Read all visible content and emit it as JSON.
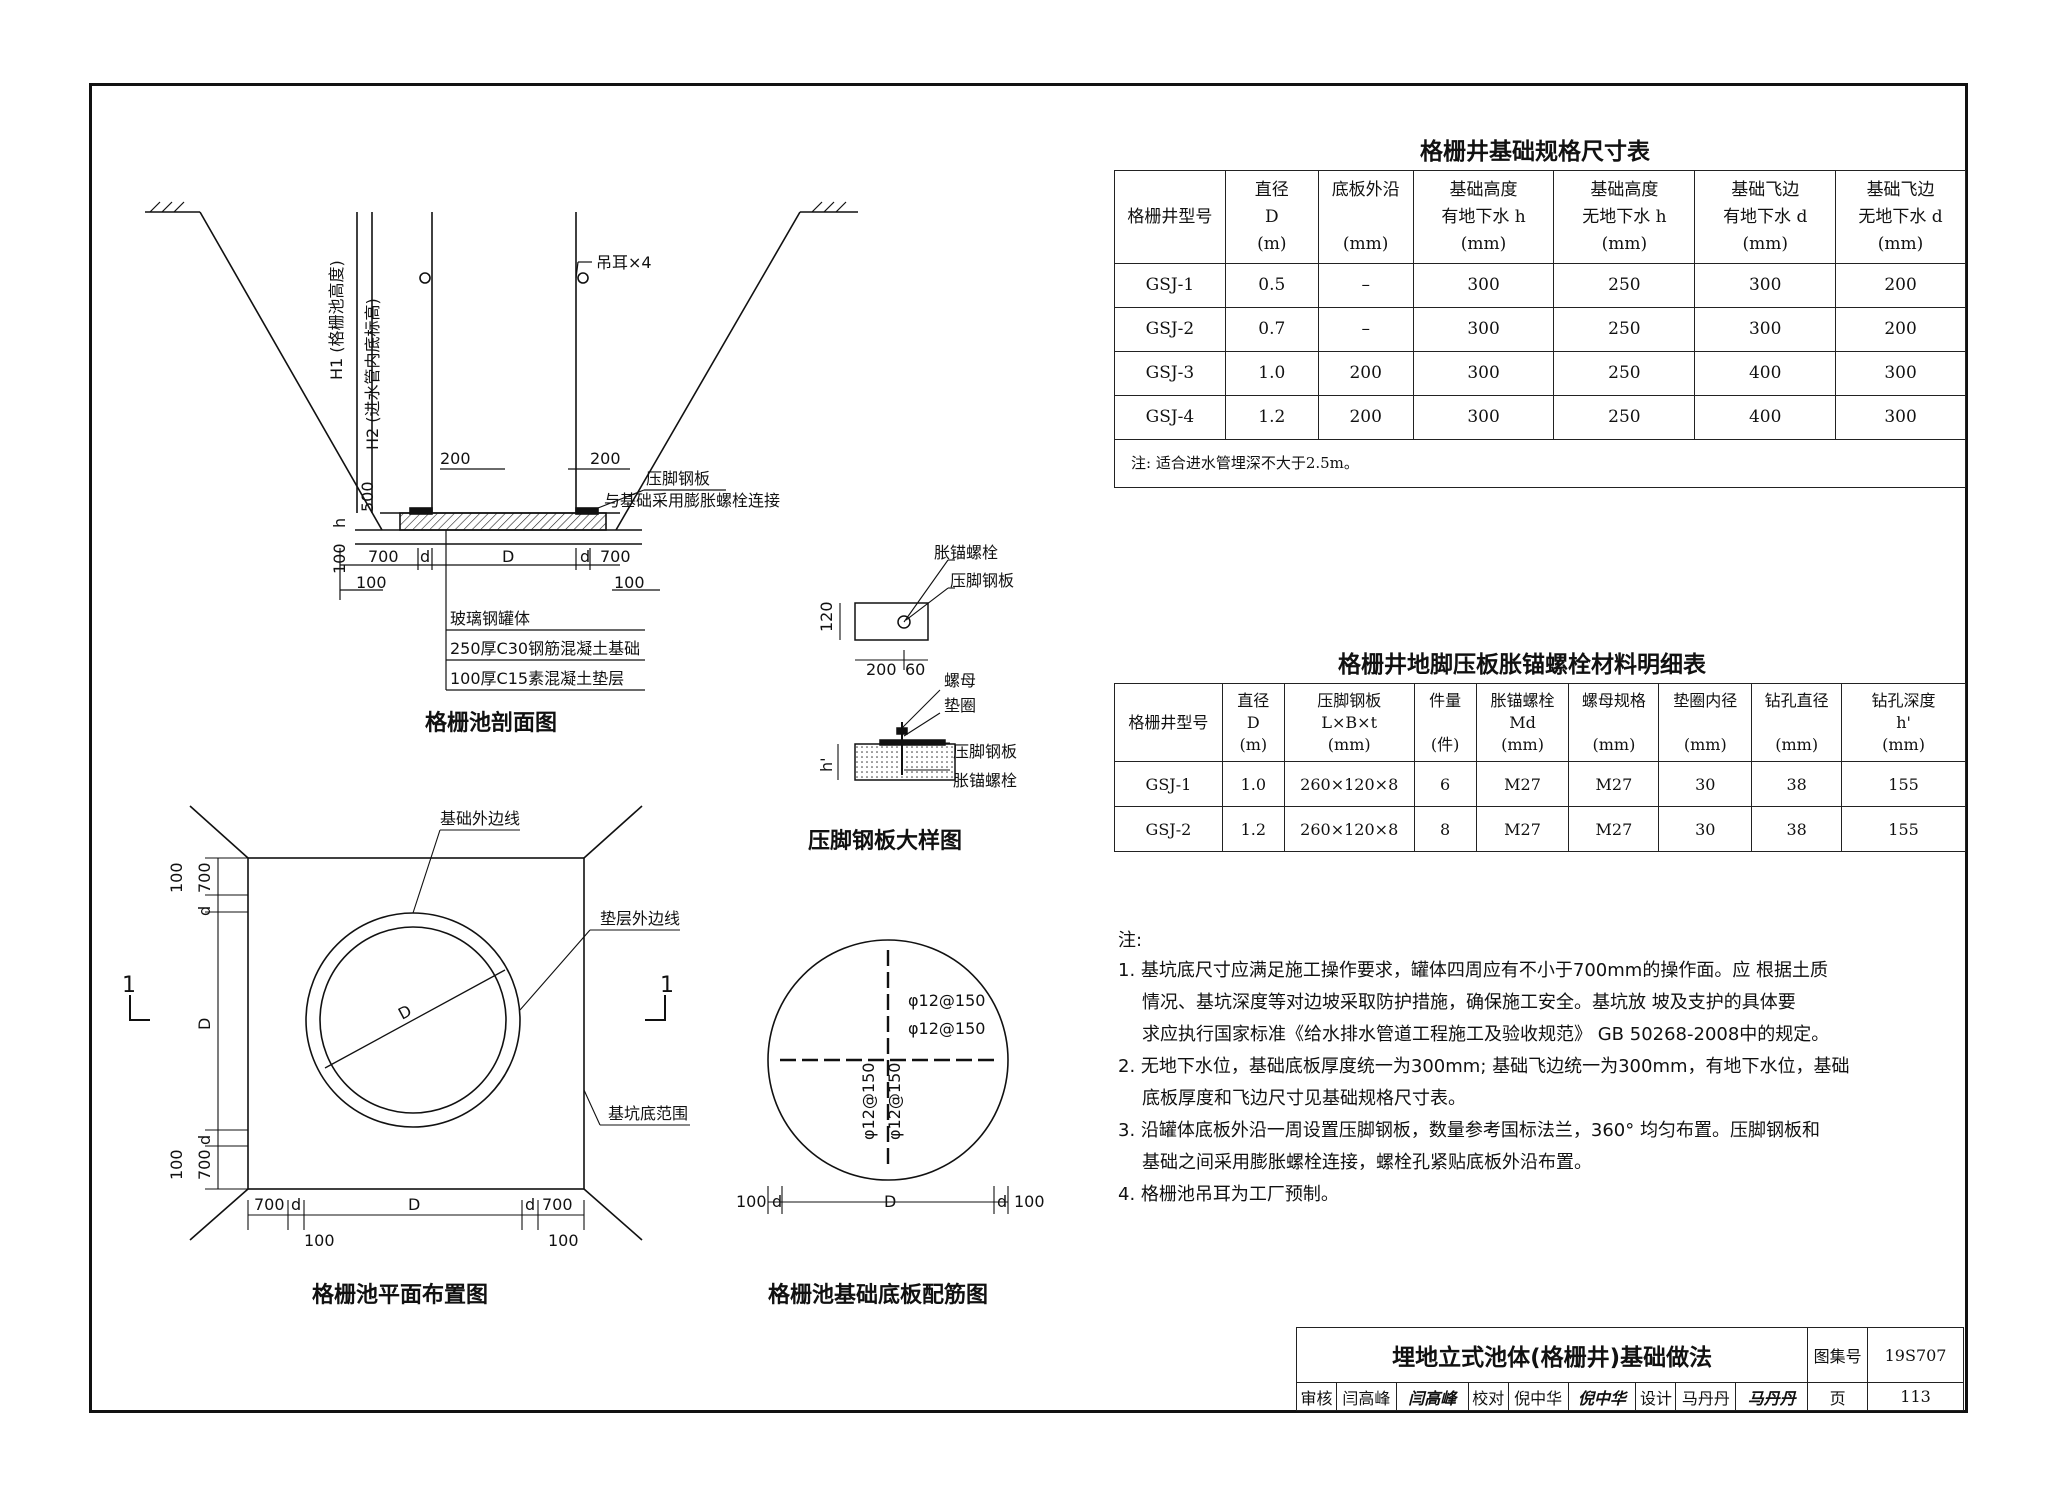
{
  "drawings": {
    "section": {
      "title": "格栅池剖面图",
      "label_h1": "H1 (格栅池高度)",
      "label_h2": "H2 (进水管内底标高)",
      "lifting_lug": "吊耳×4",
      "w200_left": "200",
      "w200_right": "200",
      "pressing_plate": "压脚钢板",
      "anchor_note": "与基础采用膨胀螺栓连接",
      "dim_500": "500",
      "dim_h": "h",
      "dim_100_left": "100",
      "dim_700_left": "700",
      "dim_d_left": "d",
      "dim_D": "D",
      "dim_d_right": "d",
      "dim_700_right": "700",
      "dim_100_bl": "100",
      "dim_100_br": "100",
      "layer_1": "玻璃钢罐体",
      "layer_2": "250厚C30钢筋混凝土基础",
      "layer_3": "100厚C15素混凝土垫层"
    },
    "plate_detail": {
      "title": "压脚钢板大样图",
      "anchor_bolt": "胀锚螺栓",
      "pressing_plate": "压脚钢板",
      "dim_120": "120",
      "dim_200": "200",
      "dim_60": "60",
      "nut": "螺母",
      "washer": "垫圈",
      "pressing_plate_2": "压脚钢板",
      "anchor_bolt_2": "胀锚螺栓",
      "dim_hp": "h'"
    },
    "plan": {
      "title": "格栅池平面布置图",
      "foundation_edge": "基础外边线",
      "cushion_edge": "垫层外边线",
      "pit_range": "基坑底范围",
      "dim_D_circle": "D",
      "dim_D_vertical": "D",
      "dim_D_horizontal": "D",
      "section_mark_left": "1",
      "section_mark_right": "1",
      "dim_100_top": "100",
      "dim_700_top": "700",
      "dim_d_top": "d",
      "dim_d_bottom": "d",
      "dim_700_bottom": "700",
      "dim_100_bottom": "100",
      "dim_700_left": "700",
      "dim_d_left": "d",
      "dim_d_right": "d",
      "dim_700_right": "700",
      "dim_100_left": "100",
      "dim_100_right": "100"
    },
    "rebar": {
      "title": "格栅池基础底板配筋图",
      "rebar_1": "φ12@150",
      "rebar_2": "φ12@150",
      "rebar_3": "φ12@150",
      "rebar_4": "φ12@150",
      "dim_100_left": "100",
      "dim_d_left": "d",
      "dim_D": "D",
      "dim_d_right": "d",
      "dim_100_right": "100"
    }
  },
  "spec_table": {
    "title": "格栅井基础规格尺寸表",
    "headers": [
      [
        "格栅井型号"
      ],
      [
        "直径",
        "D",
        "(m)"
      ],
      [
        "底板外沿",
        "",
        "(mm)"
      ],
      [
        "基础高度",
        "有地下水 h",
        "(mm)"
      ],
      [
        "基础高度",
        "无地下水 h",
        "(mm)"
      ],
      [
        "基础飞边",
        "有地下水 d",
        "(mm)"
      ],
      [
        "基础飞边",
        "无地下水 d",
        "(mm)"
      ]
    ],
    "rows": [
      [
        "GSJ-1",
        "0.5",
        "–",
        "300",
        "250",
        "300",
        "200"
      ],
      [
        "GSJ-2",
        "0.7",
        "–",
        "300",
        "250",
        "300",
        "200"
      ],
      [
        "GSJ-3",
        "1.0",
        "200",
        "300",
        "250",
        "400",
        "300"
      ],
      [
        "GSJ-4",
        "1.2",
        "200",
        "300",
        "250",
        "400",
        "300"
      ]
    ],
    "note": "注: 适合进水管埋深不大于2.5m。"
  },
  "bolt_table": {
    "title": "格栅井地脚压板胀锚螺栓材料明细表",
    "headers": [
      [
        "格栅井型号"
      ],
      [
        "直径",
        "D",
        "(m)"
      ],
      [
        "压脚钢板",
        "L×B×t",
        "(mm)"
      ],
      [
        "件量",
        "",
        "(件)"
      ],
      [
        "胀锚螺栓",
        "Md",
        "(mm)"
      ],
      [
        "螺母规格",
        "",
        "(mm)"
      ],
      [
        "垫圈内径",
        "",
        "(mm)"
      ],
      [
        "钻孔直径",
        "",
        "(mm)"
      ],
      [
        "钻孔深度",
        "h'",
        "(mm)"
      ]
    ],
    "rows": [
      [
        "GSJ-1",
        "1.0",
        "260×120×8",
        "6",
        "M27",
        "M27",
        "30",
        "38",
        "155"
      ],
      [
        "GSJ-2",
        "1.2",
        "260×120×8",
        "8",
        "M27",
        "M27",
        "30",
        "38",
        "155"
      ]
    ]
  },
  "notes": {
    "heading": "注:",
    "lines": [
      "1. 基坑底尺寸应满足施工操作要求，罐体四周应有不小于700mm的操作面。应  根据土质",
      "情况、基坑深度等对边坡采取防护措施，确保施工安全。基坑放  坡及支护的具体要",
      "求应执行国家标准《给水排水管道工程施工及验收规范》 GB 50268-2008中的规定。",
      "2. 无地下水位，基础底板厚度统一为300mm; 基础飞边统一为300mm，有地下水位，基础",
      "底板厚度和飞边尺寸见基础规格尺寸表。",
      "3. 沿罐体底板外沿一周设置压脚钢板，数量参考国标法兰，360° 均匀布置。压脚钢板和",
      "基础之间采用膨胀螺栓连接，螺栓孔紧贴底板外沿布置。",
      "4. 格栅池吊耳为工厂预制。"
    ]
  },
  "title_block": {
    "drawing_title": "埋地立式池体(格栅井)基础做法",
    "atlas_label": "图集号",
    "atlas_no": "19S707",
    "review_label": "审核",
    "reviewer": "闫高峰",
    "reviewer_sig": "闫高峰",
    "check_label": "校对",
    "checker": "倪中华",
    "checker_sig": "倪中华",
    "design_label": "设计",
    "designer": "马丹丹",
    "designer_sig": "马丹丹",
    "page_label": "页",
    "page_no": "113"
  }
}
